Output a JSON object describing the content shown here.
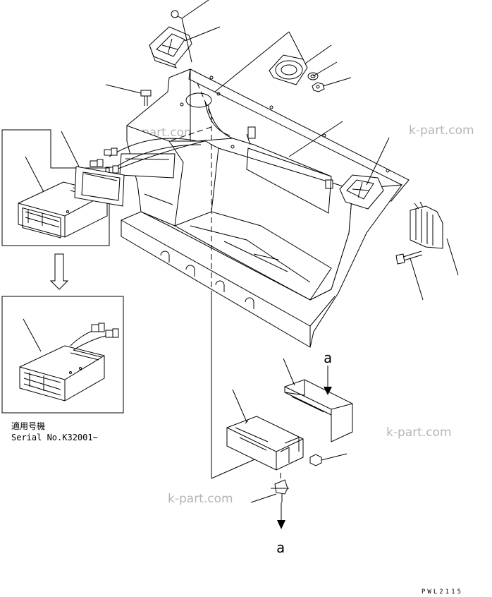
{
  "applicability_label": "適用号機",
  "serial_label": "Serial No.K32001~",
  "marker_a_top": "a",
  "marker_a_bottom": "a",
  "watermark": "k-part.com",
  "drawing_code": "PWL2115"
}
